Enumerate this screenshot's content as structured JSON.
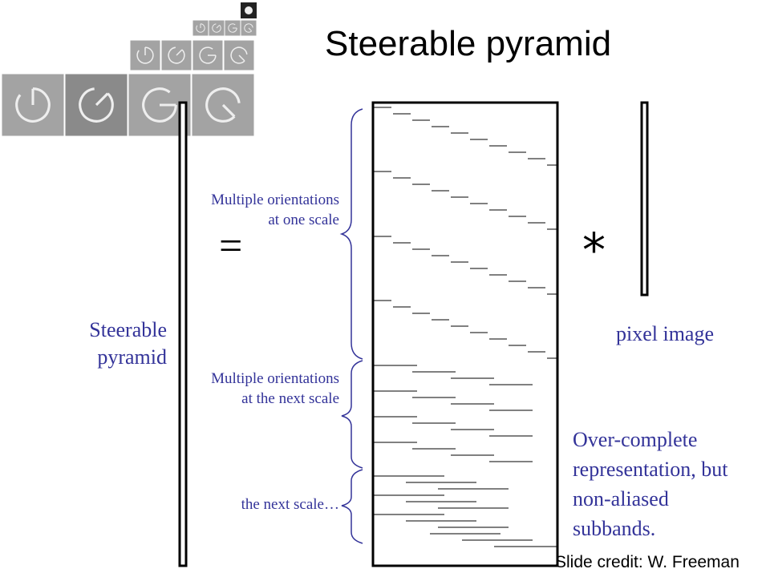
{
  "title": "Steerable pyramid",
  "credit": "Slide credit: W. Freeman",
  "labels": {
    "steerable_pyramid": "Steerable pyramid",
    "equals": "=",
    "convolve": "*",
    "pixel_image": "pixel image",
    "multiple_orientations_one_scale": "Multiple orientations at one scale",
    "multiple_orientations_next_scale": "Multiple orientations at the next scale",
    "the_next_scale": "the next scale…",
    "overcomplete": "Over-complete representation, but non-aliased subbands."
  },
  "colors": {
    "label_blue": "#333399",
    "bracket": "#333399",
    "matrix_line": "#000000",
    "thumb_gray": "#9a9a9a"
  }
}
